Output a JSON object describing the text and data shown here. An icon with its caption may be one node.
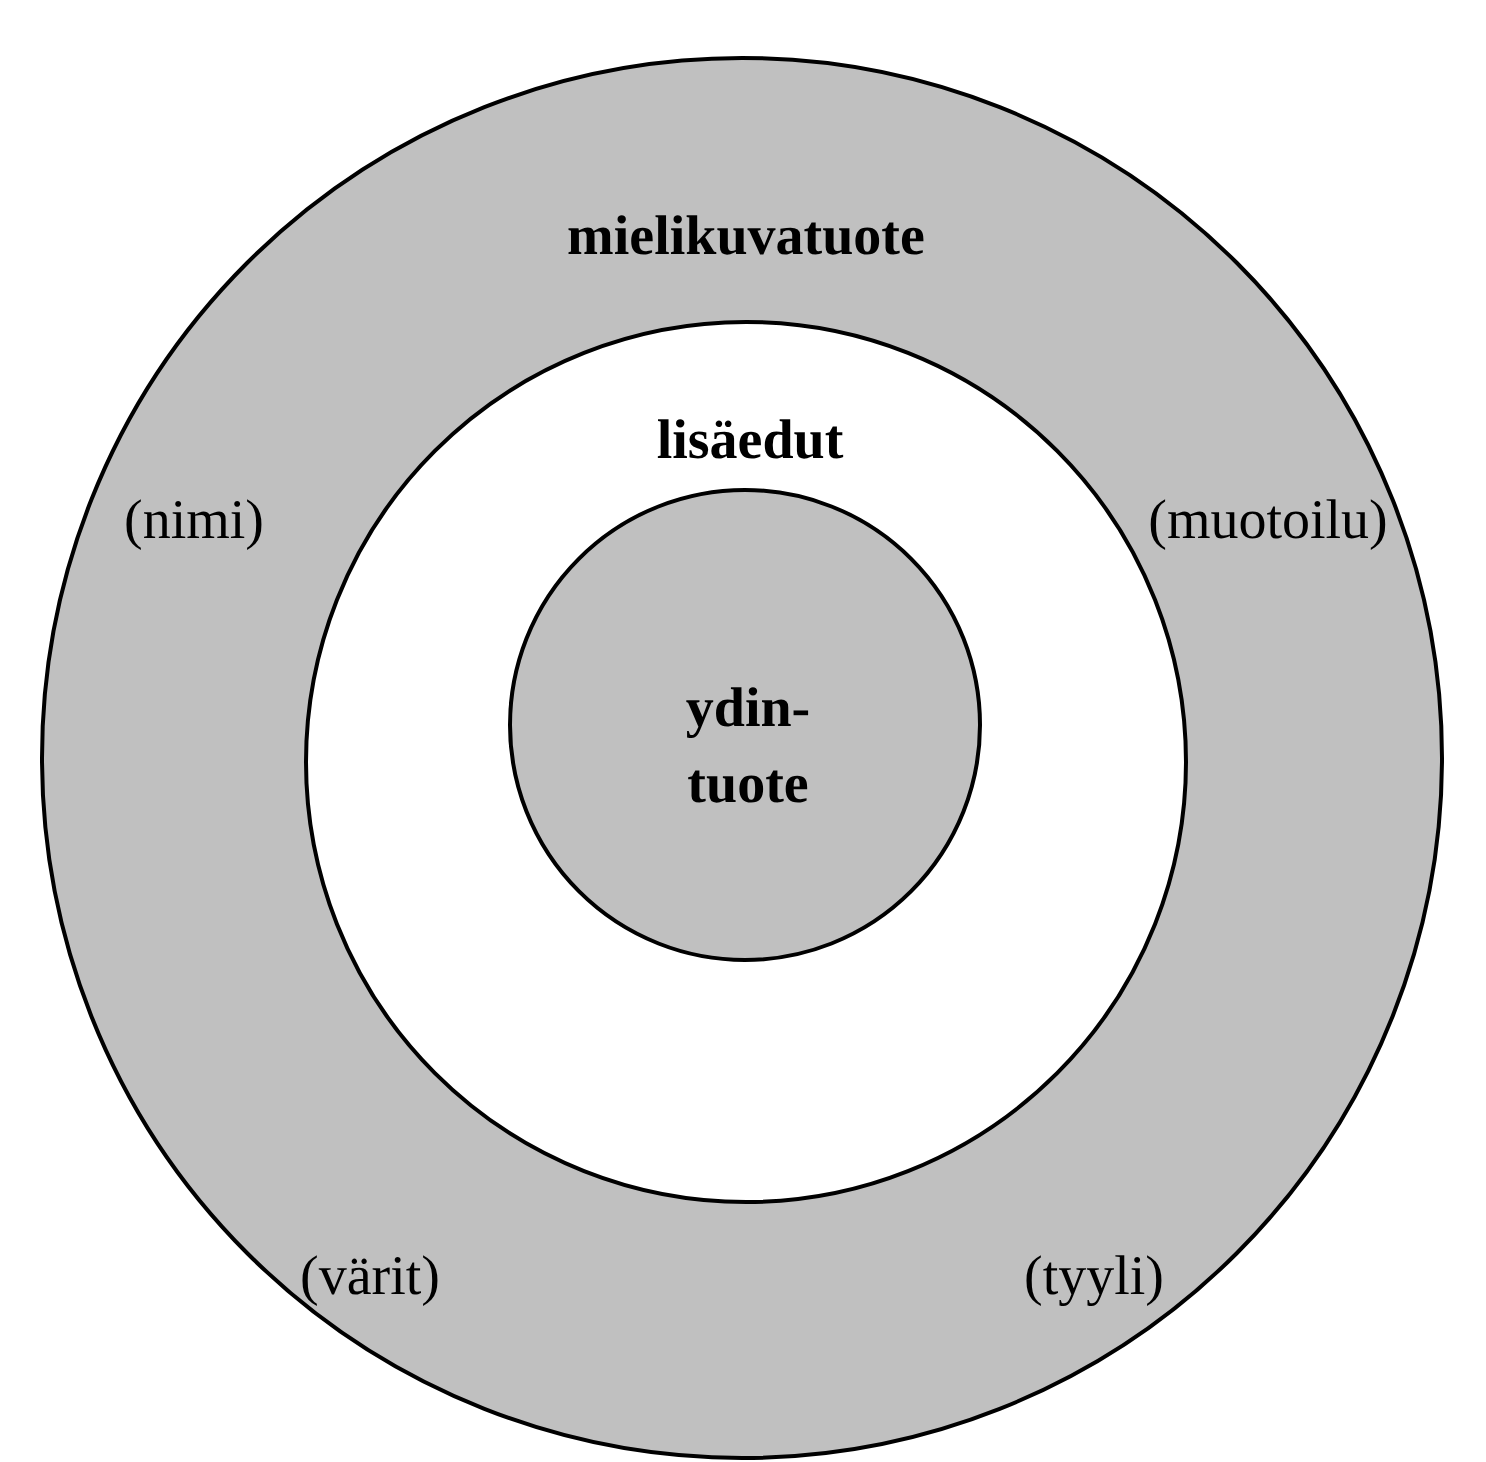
{
  "diagram": {
    "nodes": [
      {
        "text": [
          "mielikuvatuote",
          "(nimi)",
          "(muotoilu)",
          "(värit)",
          "(tyyli)"
        ]
      },
      {
        "text": [
          "lisäedut"
        ],
        "in": 0
      },
      {
        "text": [
          "ydin- tuote"
        ],
        "in": 1
      }
    ]
  }
}
